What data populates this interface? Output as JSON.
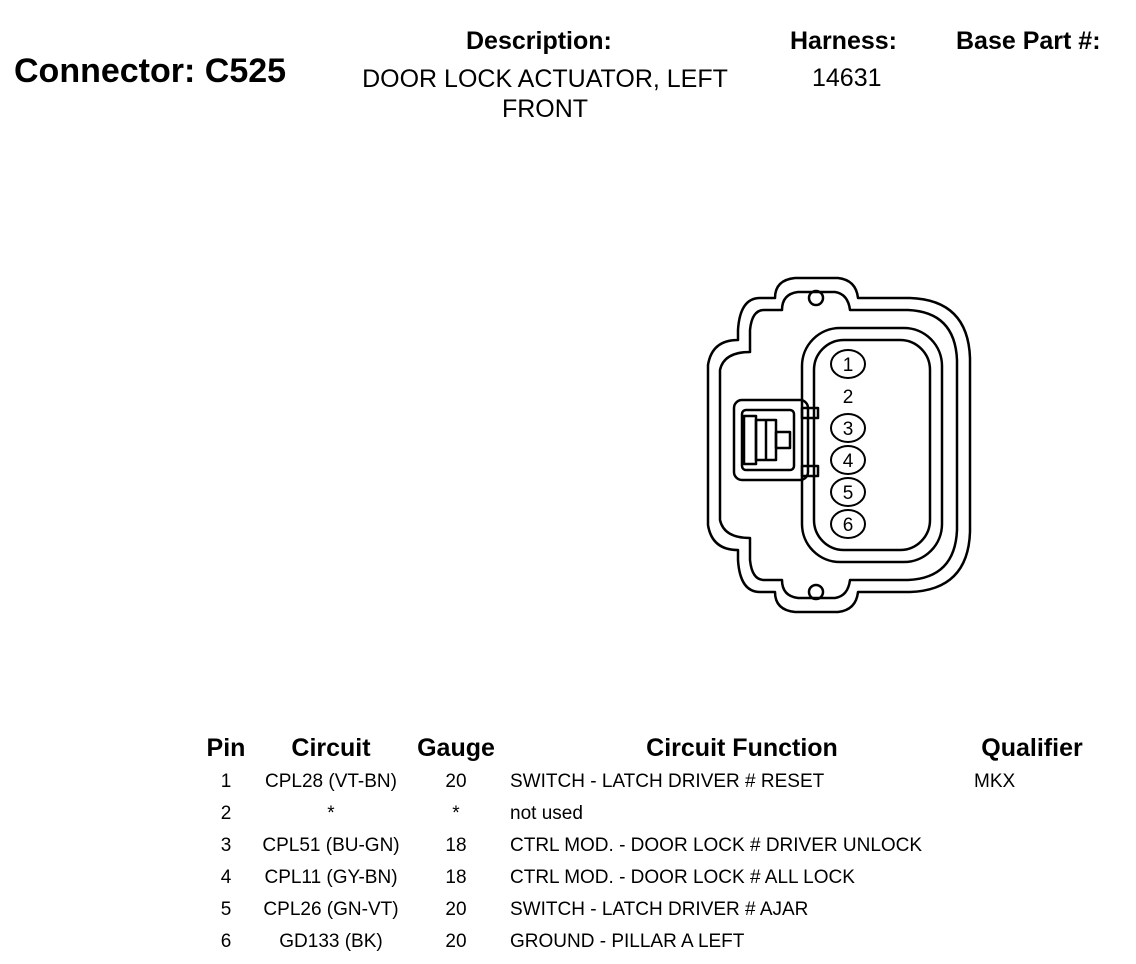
{
  "header": {
    "connector_title": "Connector: C525",
    "description_label": "Description:",
    "description_value": "DOOR LOCK ACTUATOR, LEFT FRONT",
    "harness_label": "Harness:",
    "harness_value": "14631",
    "base_part_label": "Base Part #:"
  },
  "connector_diagram": {
    "pins": [
      {
        "label": "1",
        "circled": true
      },
      {
        "label": "2",
        "circled": false
      },
      {
        "label": "3",
        "circled": true
      },
      {
        "label": "4",
        "circled": true
      },
      {
        "label": "5",
        "circled": true
      },
      {
        "label": "6",
        "circled": true
      }
    ]
  },
  "table": {
    "headers": {
      "pin": "Pin",
      "circuit": "Circuit",
      "gauge": "Gauge",
      "function": "Circuit Function",
      "qualifier": "Qualifier"
    },
    "rows": [
      {
        "pin": "1",
        "circuit": "CPL28 (VT-BN)",
        "gauge": "20",
        "function": "SWITCH - LATCH DRIVER # RESET",
        "qualifier": "MKX"
      },
      {
        "pin": "2",
        "circuit": "*",
        "gauge": "*",
        "function": "not used",
        "qualifier": ""
      },
      {
        "pin": "3",
        "circuit": "CPL51 (BU-GN)",
        "gauge": "18",
        "function": "CTRL MOD. - DOOR LOCK # DRIVER UNLOCK",
        "qualifier": ""
      },
      {
        "pin": "4",
        "circuit": "CPL11 (GY-BN)",
        "gauge": "18",
        "function": "CTRL MOD. - DOOR LOCK # ALL LOCK",
        "qualifier": ""
      },
      {
        "pin": "5",
        "circuit": "CPL26 (GN-VT)",
        "gauge": "20",
        "function": "SWITCH - LATCH DRIVER # AJAR",
        "qualifier": ""
      },
      {
        "pin": "6",
        "circuit": "GD133 (BK)",
        "gauge": "20",
        "function": "GROUND - PILLAR A LEFT",
        "qualifier": ""
      }
    ]
  }
}
